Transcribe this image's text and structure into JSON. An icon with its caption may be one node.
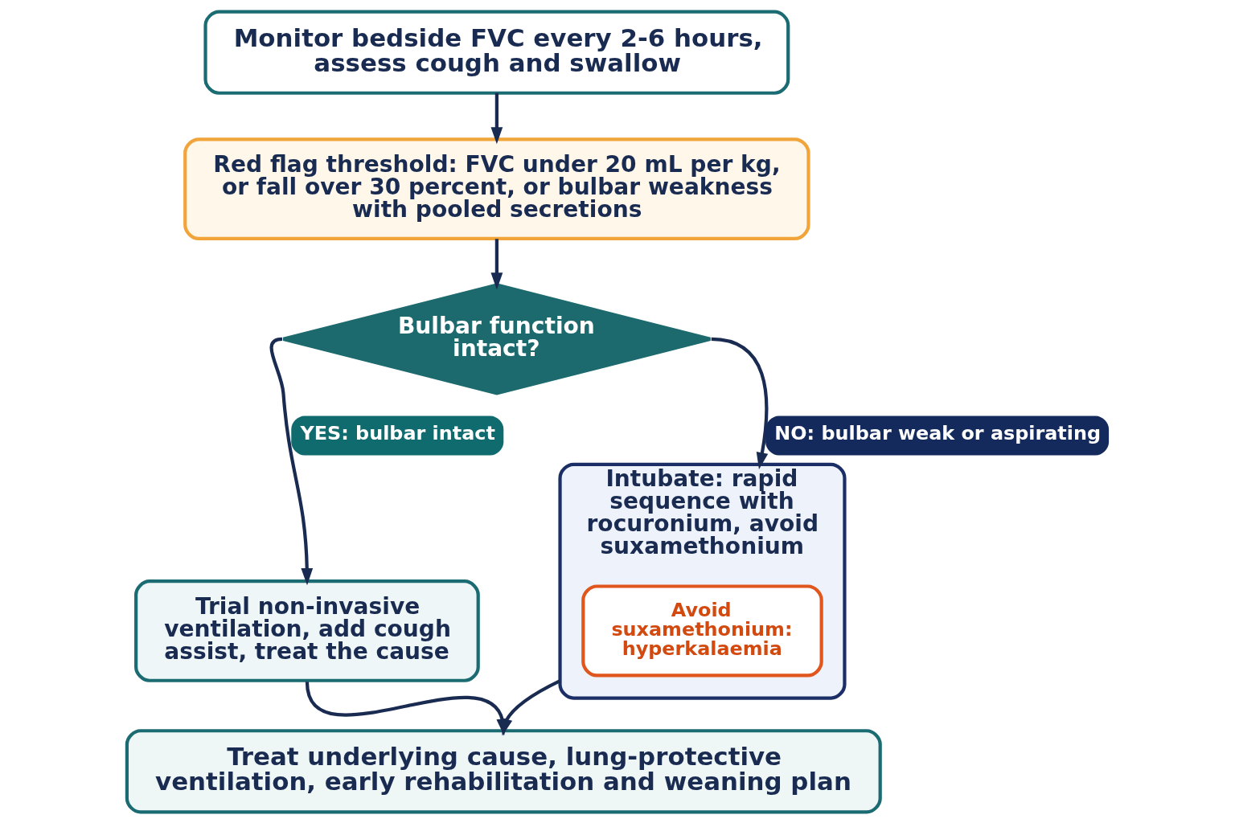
{
  "diagram": {
    "nodes": [
      {
        "text": [
          "Monitor bedside FVC every 2-6 hours, assess cough and swallow"
        ]
      },
      {
        "text": [
          "Red flag threshold: FVC under 20 mL per kg, or fall over 30 percent, or bulbar weakness with pooled secretions"
        ]
      },
      {
        "text": [
          "Bulbar function intact?"
        ]
      },
      {
        "text": [
          "Trial non-invasive ventilation, add cough assist, treat the cause"
        ]
      },
      {
        "text": [
          "Intubate: rapid sequence with rocuronium, avoid suxamethonium"
        ]
      },
      {
        "text": [
          "Avoid suxamethonium: hyperkalaemia"
        ],
        "in": 4
      },
      {
        "text": [
          "Treat underlying cause, lung-protective ventilation, early rehabilitation and weaning plan"
        ]
      }
    ],
    "edges": [
      {
        "from": 0,
        "to": 1,
        "arrow": "to"
      },
      {
        "from": 1,
        "to": 2,
        "arrow": "to"
      },
      {
        "from": 2,
        "to": 3,
        "arrow": "to",
        "label": "YES: bulbar intact"
      },
      {
        "from": 2,
        "to": 4,
        "arrow": "to",
        "label": "NO: bulbar weak or aspirating"
      },
      {
        "from": 3,
        "to": 6,
        "arrow": "to"
      },
      {
        "from": 4,
        "to": 6,
        "arrow": "to"
      }
    ]
  }
}
